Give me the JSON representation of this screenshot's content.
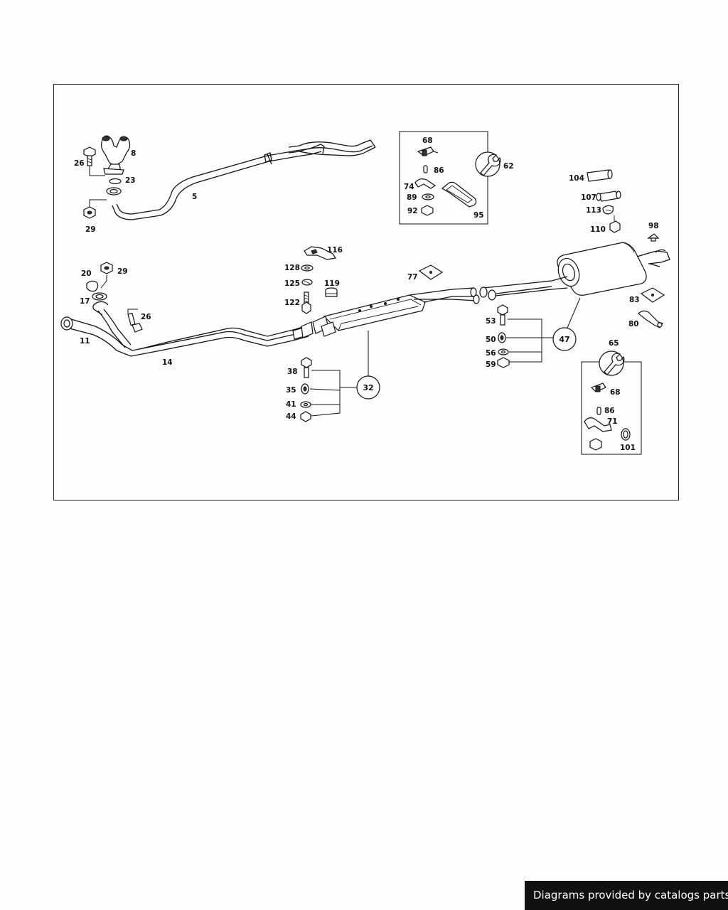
{
  "footer": {
    "credit": "Diagrams provided by catalogs parts"
  },
  "labels": {
    "p5": "5",
    "p8": "8",
    "p11": "11",
    "p14": "14",
    "p17": "17",
    "p20": "20",
    "p23": "23",
    "p26a": "26",
    "p26b": "26",
    "p29a": "29",
    "p29b": "29",
    "p32": "32",
    "p35": "35",
    "p38": "38",
    "p41": "41",
    "p44": "44",
    "p47": "47",
    "p50": "50",
    "p53": "53",
    "p56": "56",
    "p59": "59",
    "p62": "62",
    "p65": "65",
    "p68a": "68",
    "p68b": "68",
    "p71": "71",
    "p74": "74",
    "p77": "77",
    "p80": "80",
    "p83": "83",
    "p86a": "86",
    "p86b": "86",
    "p89": "89",
    "p92": "92",
    "p95": "95",
    "p98": "98",
    "p101": "101",
    "p104": "104",
    "p107": "107",
    "p110": "110",
    "p113": "113",
    "p116": "116",
    "p119": "119",
    "p122": "122",
    "p125": "125",
    "p128": "128"
  }
}
